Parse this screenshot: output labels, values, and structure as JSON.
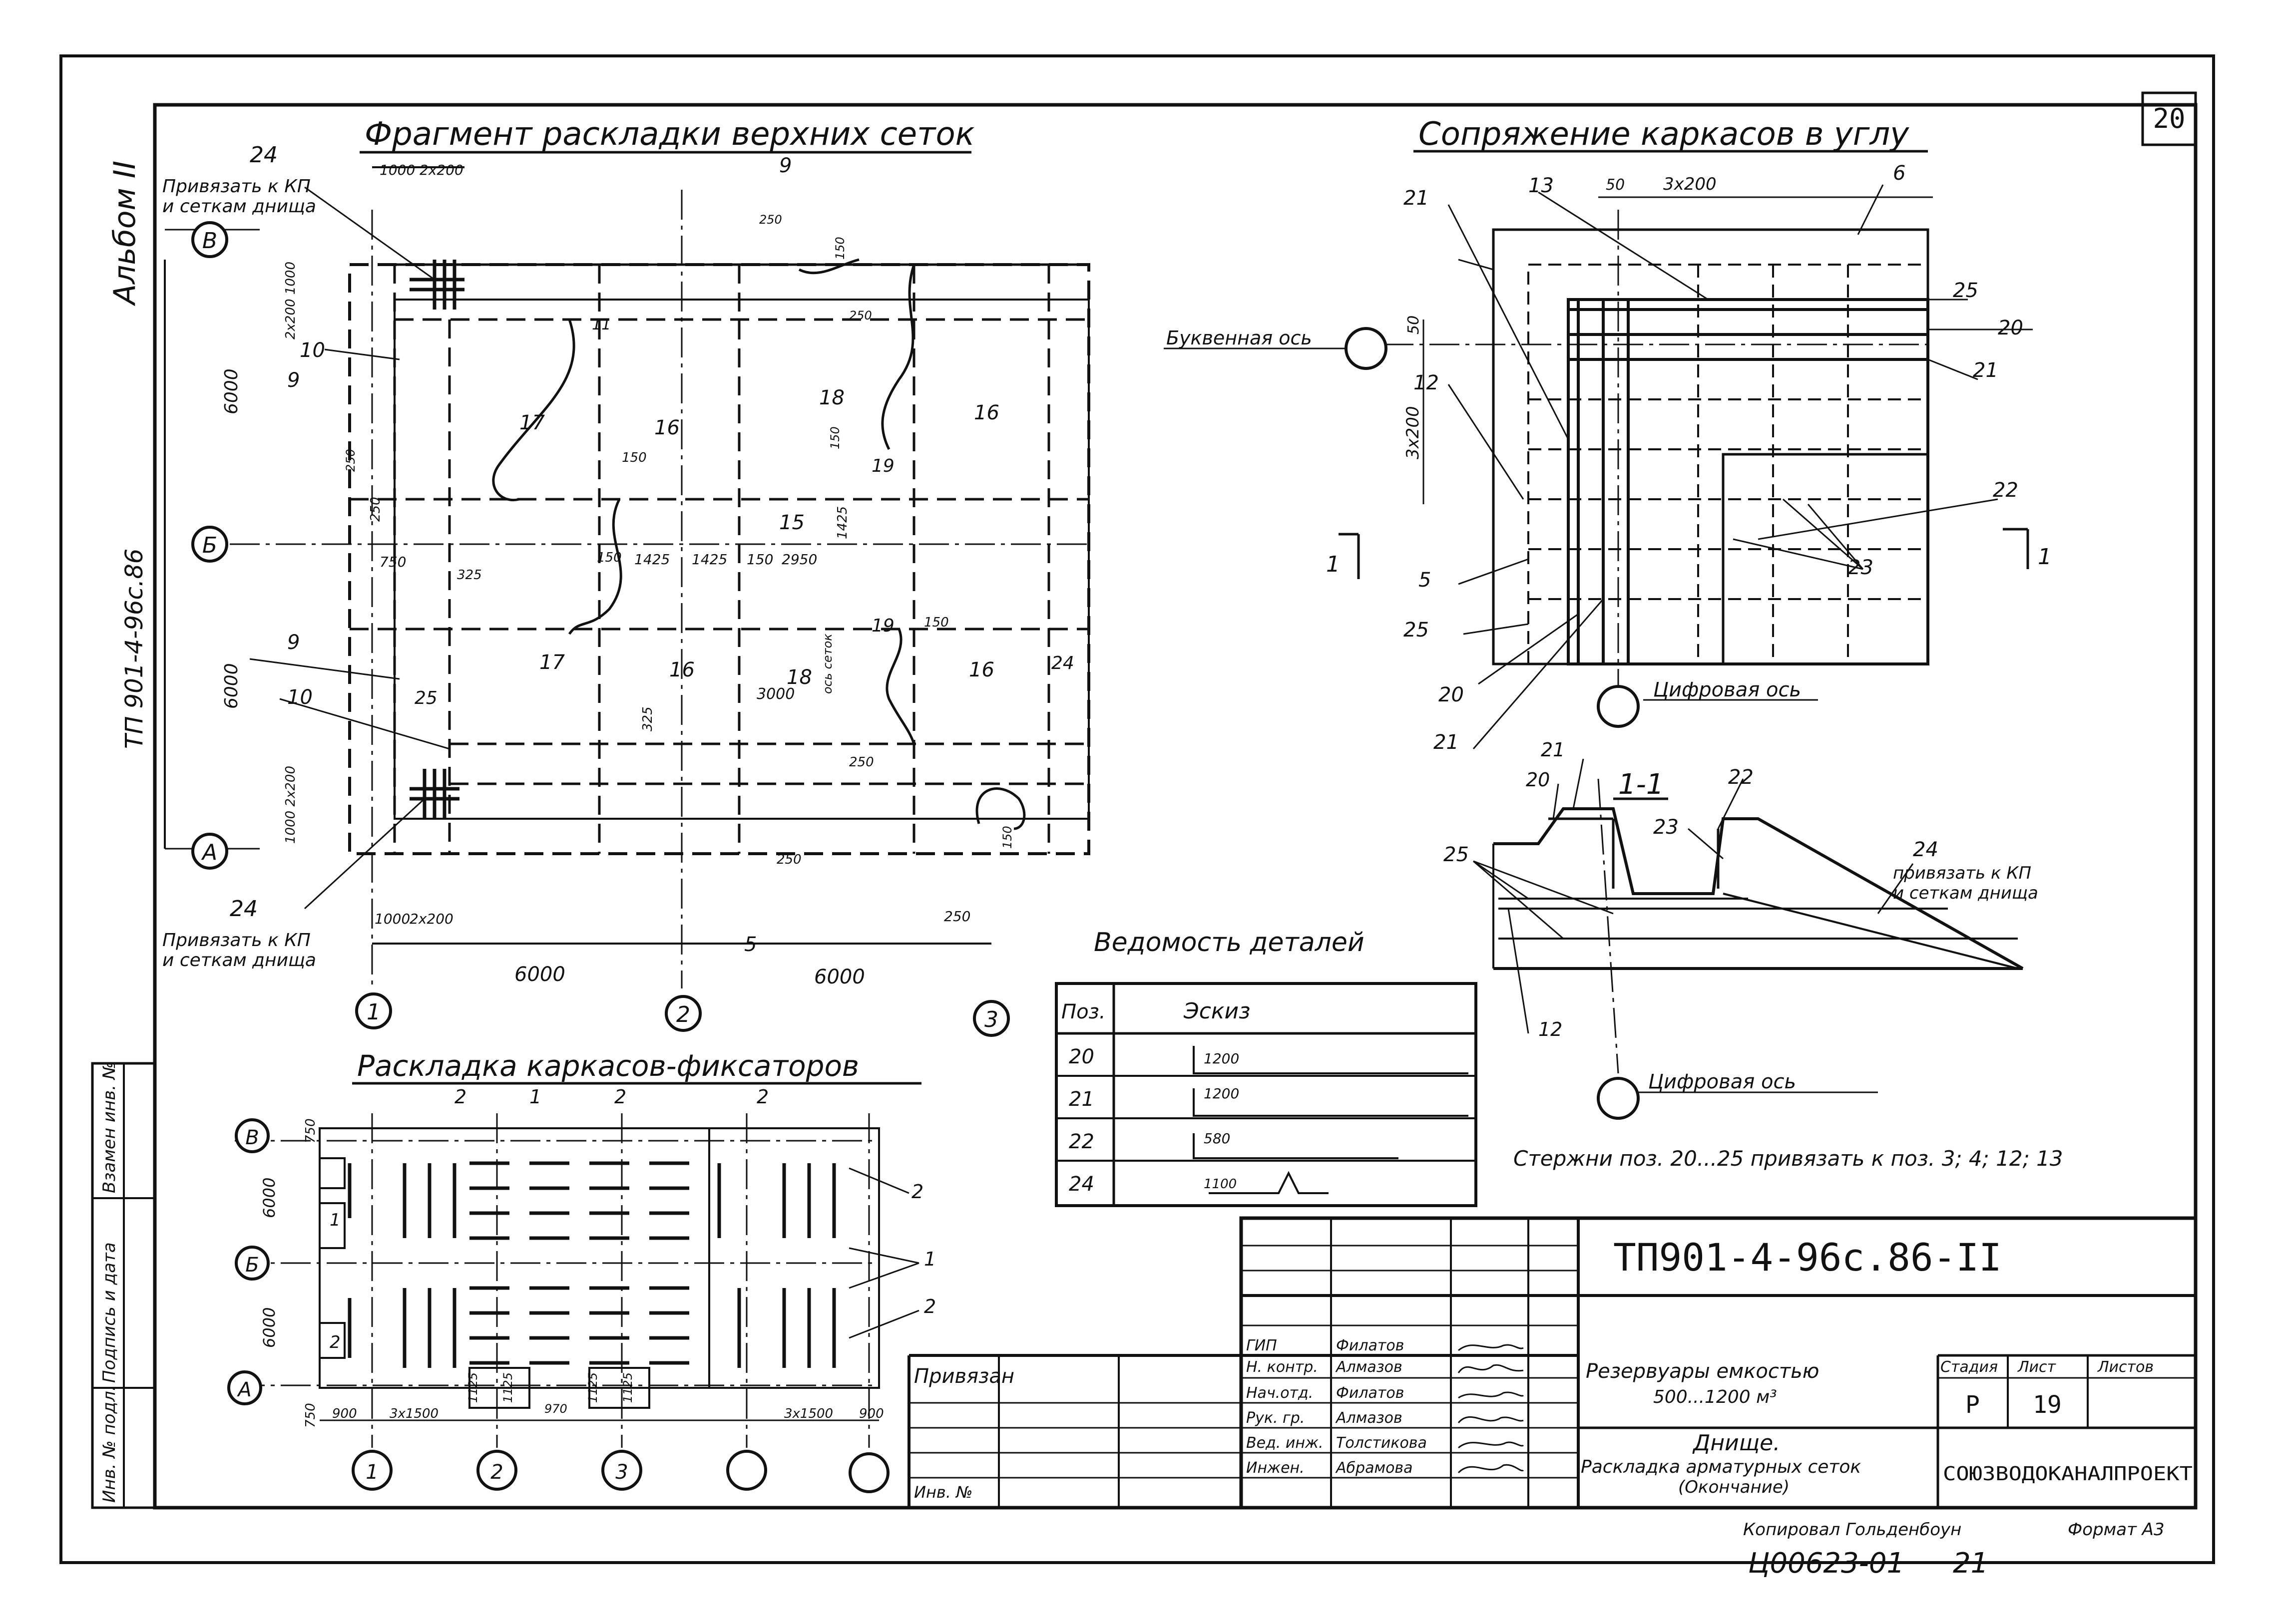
{
  "sheet": {
    "number": "20",
    "album": "Альбом II",
    "series_side": "ТП 901-4-96с.86"
  },
  "fragment": {
    "title": "Фрагмент раскладки верхних сеток",
    "note_top": [
      "Привязать к КП",
      "и сеткам днища"
    ],
    "note_bottom": [
      "Привязать к КП",
      "и сеткам днища"
    ],
    "axes_rows": [
      "В",
      "Б",
      "А"
    ],
    "axes_cols": [
      "1",
      "2",
      "3"
    ],
    "dims_top": [
      "1000",
      "2х200"
    ],
    "dims_left": [
      "6000",
      "6000",
      "2х200 1000",
      "1000 2х200"
    ],
    "dims_bottom": [
      "1000",
      "2х200",
      "6000",
      "6000"
    ],
    "positions": [
      "24",
      "9",
      "10",
      "9",
      "17",
      "16",
      "18",
      "16",
      "11",
      "15",
      "17",
      "16",
      "18",
      "16",
      "24",
      "25",
      "9",
      "10",
      "24",
      "5",
      "19",
      "19"
    ],
    "inner_dims": [
      "250",
      "150",
      "250",
      "150",
      "150",
      "1425",
      "1425",
      "150",
      "2950",
      "1425",
      "150",
      "325",
      "150",
      "325",
      "3000",
      "ось сеток",
      "250",
      "250",
      "150",
      "750",
      "250",
      "250",
      "250"
    ]
  },
  "corner": {
    "title": "Сопряжение каркасов в углу",
    "letter_axis": "Буквенная ось",
    "digit_axis": "Цифровая ось",
    "dims": [
      "50",
      "3х200",
      "50",
      "3х200"
    ],
    "positions": [
      "21",
      "13",
      "6",
      "25",
      "20",
      "21",
      "12",
      "22",
      "23",
      "5",
      "25",
      "20",
      "21"
    ],
    "section_mark": "1"
  },
  "section": {
    "title": "1-1",
    "positions": [
      "21",
      "20",
      "22",
      "23",
      "25",
      "24",
      "12"
    ],
    "note": [
      "привязать к КП",
      "и сеткам днища"
    ],
    "digit_axis": "Цифровая ось"
  },
  "frames": {
    "title": "Раскладка каркасов-фиксаторов",
    "axes_rows": [
      "В",
      "Б",
      "А"
    ],
    "axes_cols": [
      "1",
      "2",
      "3"
    ],
    "dims_left": [
      "750",
      "6000",
      "6000",
      "750"
    ],
    "dims_bottom": [
      "900",
      "3х1500",
      "1125",
      "1125",
      "970",
      "1125",
      "1125",
      "3х1500",
      "900"
    ],
    "positions": [
      "2",
      "1",
      "2",
      "2",
      "2",
      "1",
      "2",
      "1",
      "2"
    ]
  },
  "details": {
    "title": "Ведомость деталей",
    "col_pos": "Поз.",
    "col_sketch": "Эскиз",
    "rows": [
      {
        "pos": "20",
        "sketch": "1200"
      },
      {
        "pos": "21",
        "sketch": "1200"
      },
      {
        "pos": "22",
        "sketch": "580"
      },
      {
        "pos": "24",
        "sketch": "1100"
      }
    ]
  },
  "note": "Стержни поз. 20...25 привязать к поз. 3; 4; 12; 13",
  "stamp": {
    "code": "ТП901-4-96с.86-II",
    "bound": "Привязан",
    "inv": "Инв. №",
    "roles": [
      "ГИП",
      "Н. контр.",
      "Нач.отд.",
      "Рук. гр.",
      "Вед. инж.",
      "Инжен."
    ],
    "names": [
      "Филатов",
      "Алмазов",
      "Филатов",
      "Алмазов",
      "Толстикова",
      "Абрамова"
    ],
    "project": [
      "Резервуары емкостью",
      "500...1200 м³"
    ],
    "drawing": [
      "Днище.",
      "Раскладка арматурных сеток",
      "(Окончание)"
    ],
    "stage_h": "Стадия",
    "sheet_h": "Лист",
    "sheets_h": "Листов",
    "stage": "Р",
    "sheet_no": "19",
    "org": "СОЮЗВОДОКАНАЛПРОЕКТ"
  },
  "left_strip": [
    "Инв. № подл.",
    "Подпись и дата",
    "Взамен инв. №"
  ],
  "footer": {
    "copied": "Копировал Гольденбоун",
    "format": "Формат А3",
    "order": "Ц00623-01",
    "page": "21"
  }
}
